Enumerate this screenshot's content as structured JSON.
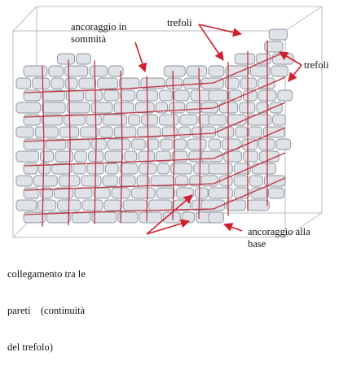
{
  "labels": {
    "top_anchor_line1": "ancoraggio in",
    "top_anchor_line2": "sommità",
    "strands_top": "trefoli",
    "strands_right": "trefoli",
    "base_anchor_line1": "ancoraggio alla",
    "base_anchor_line2": "base",
    "wall_connection_line1": "collegamento tra le",
    "wall_connection_line2": "pareti    (continuità",
    "wall_connection_line3": "del trefolo)"
  },
  "colors": {
    "strand": "#c0323e",
    "arrow": "#d0202e",
    "stone_fill": "#dfe2e7",
    "stone_stroke": "#8d939c",
    "wireframe": "#b9bdc3"
  }
}
